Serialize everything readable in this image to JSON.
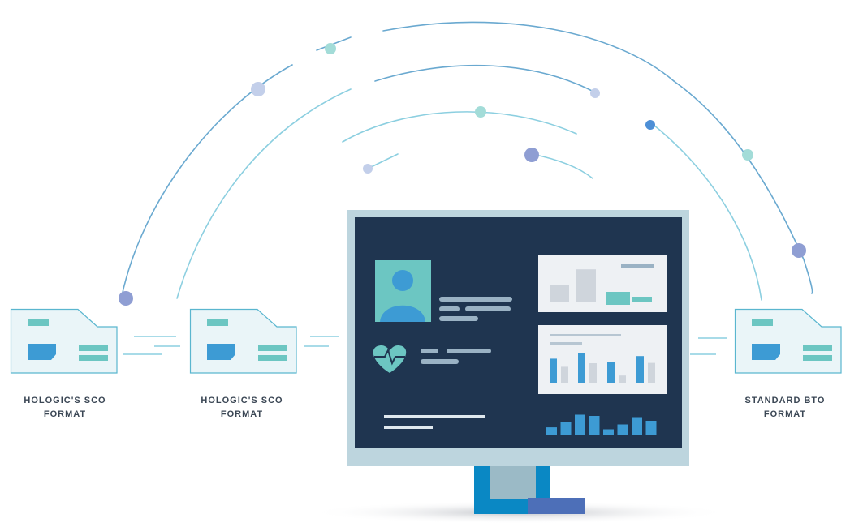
{
  "title": "",
  "colors": {
    "arc_light": "#8ccfe0",
    "arc_dark": "#6aa9d0",
    "node_purple": "#8f9ed3",
    "node_lavender": "#c3cfea",
    "node_teal": "#a3dcd8",
    "node_blue": "#4d8fd6",
    "folder_fill": "#eaf5f8",
    "folder_stroke": "#5ab6cf",
    "teal": "#6cc6c2",
    "blue": "#3d9bd4",
    "screen": "#1f3550",
    "bezel": "#bdd5de",
    "stand": "#0a88c4",
    "stand_accent": "#4d6fb8"
  },
  "nodes": [
    {
      "id": "source-folder-1",
      "label": [
        "HOLOGIC'S SCO",
        "FORMAT"
      ]
    },
    {
      "id": "source-folder-2",
      "label": [
        "HOLOGIC'S SCO",
        "FORMAT"
      ]
    },
    {
      "id": "target-folder",
      "label": [
        "STANDARD BTO",
        "FORMAT"
      ]
    }
  ],
  "screen": {
    "icons": [
      "user-avatar-icon",
      "heartbeat-icon"
    ],
    "top_chart_bars": [
      0.45,
      0.85,
      0.3
    ],
    "mid_chart_bars": [
      [
        0.74,
        0.49
      ],
      [
        0.92,
        0.6
      ],
      [
        0.65,
        0.22
      ],
      [
        0.82,
        0.61
      ]
    ],
    "bottom_chart_bars": [
      0.33,
      0.55,
      0.85,
      0.8,
      0.25,
      0.45,
      0.75,
      0.6
    ]
  }
}
